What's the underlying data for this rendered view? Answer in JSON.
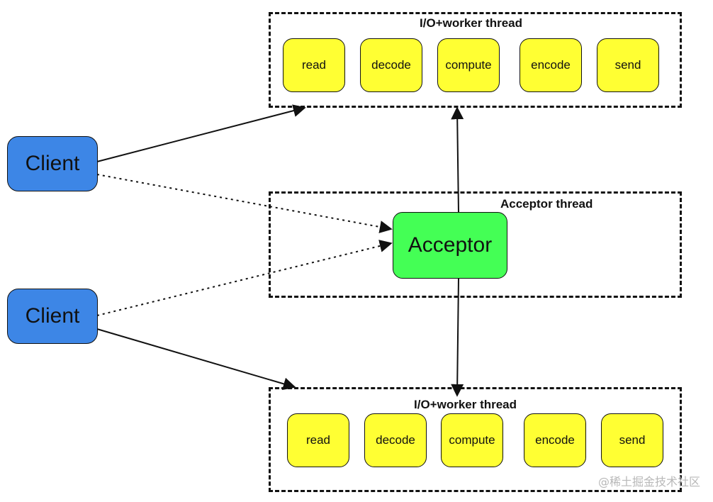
{
  "top_group": {
    "title": "I/O+worker thread",
    "stages": [
      "read",
      "decode",
      "compute",
      "encode",
      "send"
    ]
  },
  "acceptor_group": {
    "title": "Acceptor thread",
    "node": "Acceptor"
  },
  "bottom_group": {
    "title": "I/O+worker thread",
    "stages": [
      "read",
      "decode",
      "compute",
      "encode",
      "send"
    ]
  },
  "clients": [
    "Client",
    "Client"
  ],
  "watermark": "@稀土掘金技术社区",
  "colors": {
    "stage_fill": "#ffff33",
    "client_fill": "#3d86e6",
    "acceptor_fill": "#44ff55"
  }
}
